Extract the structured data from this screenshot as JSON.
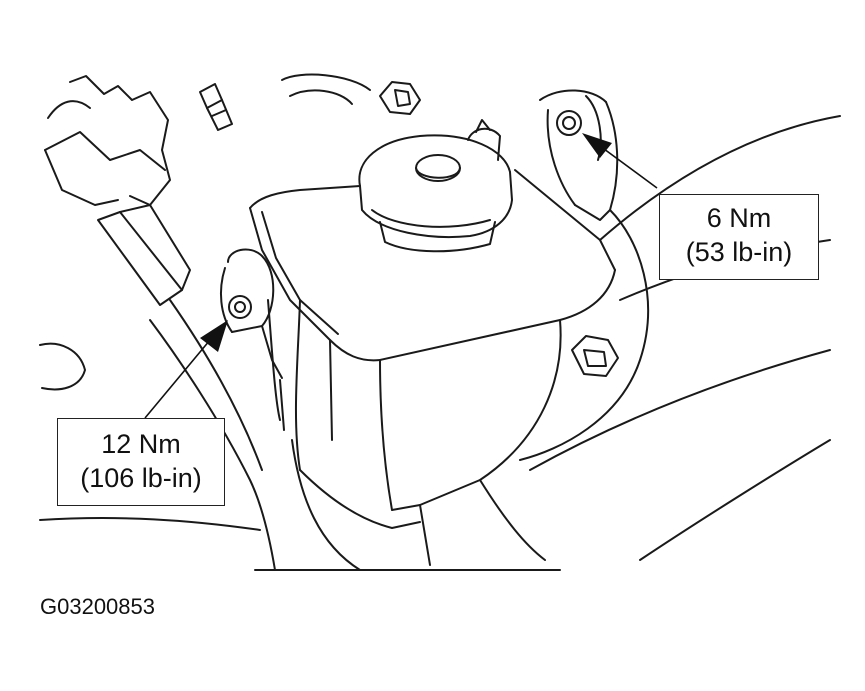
{
  "callouts": [
    {
      "id": "right-bolt",
      "torque_nm": "6 Nm",
      "torque_lbin": "(53 lb-in)"
    },
    {
      "id": "left-bolt",
      "torque_nm": "12 Nm",
      "torque_lbin": "(106 lb-in)"
    }
  ],
  "figure_code": "G03200853",
  "colors": {
    "line": "#1a1a1a",
    "background": "#ffffff"
  }
}
